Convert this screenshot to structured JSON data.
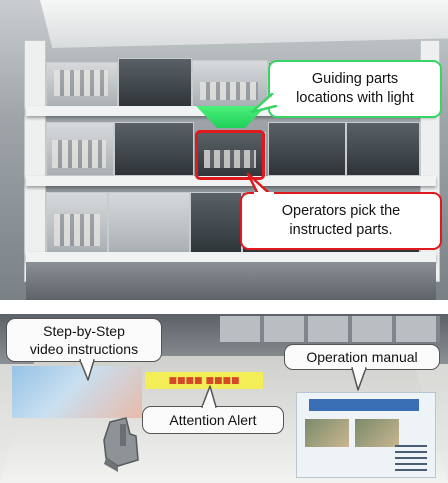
{
  "callouts": {
    "guiding": {
      "line1": "Guiding parts",
      "line2": "locations with light"
    },
    "pick": {
      "line1": "Operators pick the",
      "line2": "instructed parts."
    },
    "video": {
      "line1": "Step-by-Step",
      "line2": "video instructions"
    },
    "manual": {
      "text": "Operation manual"
    },
    "alert": {
      "text": "Attention Alert"
    }
  },
  "colors": {
    "guide_light": "#39d466",
    "highlight_red": "#e0191f",
    "alert_yellow": "#f3ee56",
    "manual_blue": "#3b6fb5"
  },
  "icons": [
    "green-light-beam",
    "red-target-frame",
    "metal-work-part"
  ]
}
